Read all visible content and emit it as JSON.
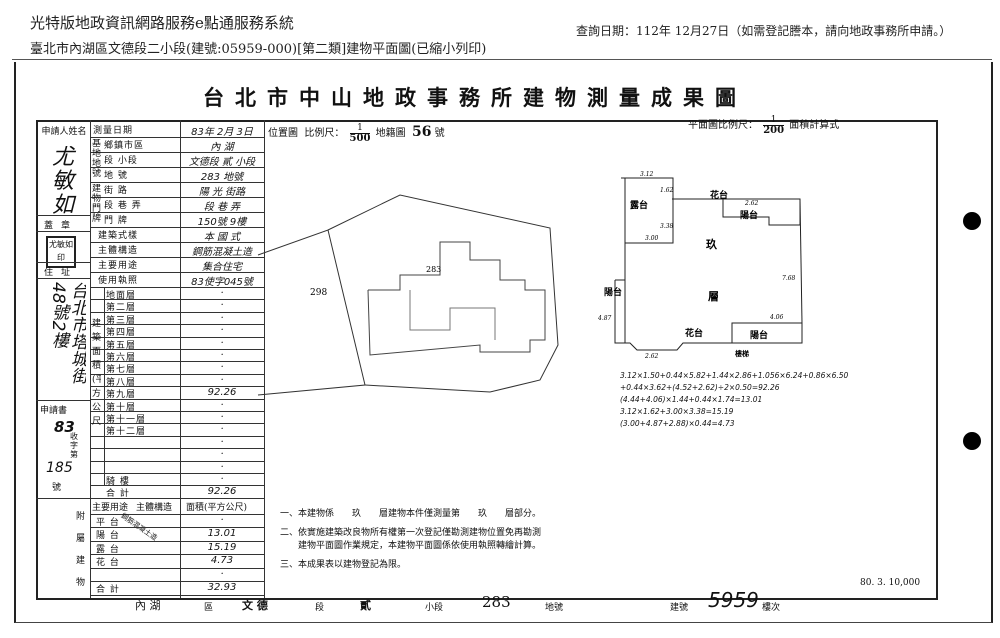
{
  "header": {
    "system_title": "光特版地政資訊網路服務e點通服務系統",
    "subtitle": "臺北市內湖區文德段二小段(建號:05959-000)[第二類]建物平面圖(已縮小列印)",
    "query_date": "查詢日期：112年 12月27日（如需登記謄本，請向地政事務所申請。）"
  },
  "document": {
    "title": "台北市中山地政事務所建物測量成果圖",
    "applicant": {
      "label": "申請人姓名",
      "name": "尤敏如",
      "seal_label": "蓋章",
      "seal_text": "尤敏如印",
      "address_label": "住址",
      "address": "台北市塔城街48號2樓"
    },
    "application": {
      "label": "申請書",
      "year": "83",
      "mid": "收字第",
      "number": "185",
      "suffix": "號"
    },
    "survey_date": {
      "label": "測量日期",
      "value": "83年 2月 3日"
    },
    "base_label": "基地地號",
    "base": [
      {
        "label": "鄉鎮市區",
        "value": "內 湖"
      },
      {
        "label": "段 小段",
        "value": "文德段 貳 小段"
      },
      {
        "label": "地 號",
        "value": "283 地號"
      }
    ],
    "door_label": "建物門牌",
    "door": [
      {
        "label": "街 路",
        "value": "陽 光 街路"
      },
      {
        "label": "段 巷 弄",
        "value": "段 巷 弄"
      },
      {
        "label": "門 牌",
        "value": "150號 9樓"
      }
    ],
    "attrs": [
      {
        "label": "建築式樣",
        "value": "本 國 式"
      },
      {
        "label": "主體構造",
        "value": "鋼筋混凝土造"
      },
      {
        "label": "主要用途",
        "value": "集合住宅"
      },
      {
        "label": "使用執照",
        "value": "83使字045號"
      }
    ],
    "area_label": "建築面積(平方公尺)",
    "floors": [
      {
        "label": "地面層",
        "value": "·"
      },
      {
        "label": "第二層",
        "value": "·"
      },
      {
        "label": "第三層",
        "value": "·"
      },
      {
        "label": "第四層",
        "value": "·"
      },
      {
        "label": "第五層",
        "value": "·"
      },
      {
        "label": "第六層",
        "value": "·"
      },
      {
        "label": "第七層",
        "value": "·"
      },
      {
        "label": "第八層",
        "value": "·"
      },
      {
        "label": "第九層",
        "value": "92.26"
      },
      {
        "label": "第十層",
        "value": "·"
      },
      {
        "label": "第十一層",
        "value": "·"
      },
      {
        "label": "第十二層",
        "value": "·"
      },
      {
        "label": "",
        "value": "·"
      },
      {
        "label": "",
        "value": "·"
      },
      {
        "label": "",
        "value": "·"
      },
      {
        "label": "騎 樓",
        "value": "·"
      },
      {
        "label": "合 計",
        "value": "92.26"
      }
    ],
    "annex": {
      "label": "附屬建物",
      "col_use": "主要用途",
      "col_struct": "主體構造",
      "col_area": "面積(平方公尺)",
      "struct_value": "鋼筋混凝土造",
      "rows": [
        {
          "label": "平 台",
          "value": "·"
        },
        {
          "label": "陽 台",
          "value": "13.01"
        },
        {
          "label": "露 台",
          "value": "15.19"
        },
        {
          "label": "花 台",
          "value": "4.73"
        },
        {
          "label": "",
          "value": "·"
        },
        {
          "label": "合 計",
          "value": "32.93"
        }
      ]
    },
    "location": {
      "label": "位置圖",
      "scale_label": "比例尺：",
      "scale_num": "1",
      "scale_den": "500",
      "map_label": "地籍圖",
      "map_no": "56",
      "map_suffix": "號",
      "lot_left": "298",
      "lot_main": "283"
    },
    "plan": {
      "scale_label": "平面圖比例尺：",
      "scale_num": "1",
      "scale_den": "200",
      "calc_label": "面積計算式",
      "rooms": [
        "露台",
        "花台",
        "陽台",
        "玖",
        "層",
        "陽台",
        "花台",
        "陽台",
        "樓梯"
      ],
      "dims": [
        "3.12",
        "1.62",
        "3.38",
        "3.00",
        "2.62",
        "7.68",
        "4.06",
        "2.62",
        "4.87"
      ],
      "formulas": [
        "3.12×1.50+0.44×5.82+1.44×2.86+1.056×6.24+0.86×6.50",
        "+0.44×3.62+(4.52+2.62)÷2×0.50=92.26",
        "(4.44+4.06)×1.44+0.44×1.74=13.01",
        "3.12×1.62+3.00×3.38=15.19",
        "(3.00+4.87+2.88)×0.44=4.73"
      ]
    },
    "notes": [
      "一、本建物係　　玖　　層建物本件僅測量第　　玖　　層部分。",
      "二、依實施建築改良物所有權第一次登記僅勘測建物位置免再勘測",
      "　　建物平面圖作業規定，本建物平面圖係依使用執照轉繪計算。",
      "三、本成果表以建物登記為限。"
    ],
    "print_code": "80. 3. 10,000",
    "footer": {
      "district": "內 湖",
      "district_suffix": "區",
      "section": "文 德",
      "section_suffix": "段",
      "subsection": "貳",
      "subsection_suffix": "小段",
      "lot": "283",
      "lot_suffix": "地號",
      "bldg_label": "建號",
      "bldg_no": "5959",
      "floor_label": "樓次"
    }
  }
}
